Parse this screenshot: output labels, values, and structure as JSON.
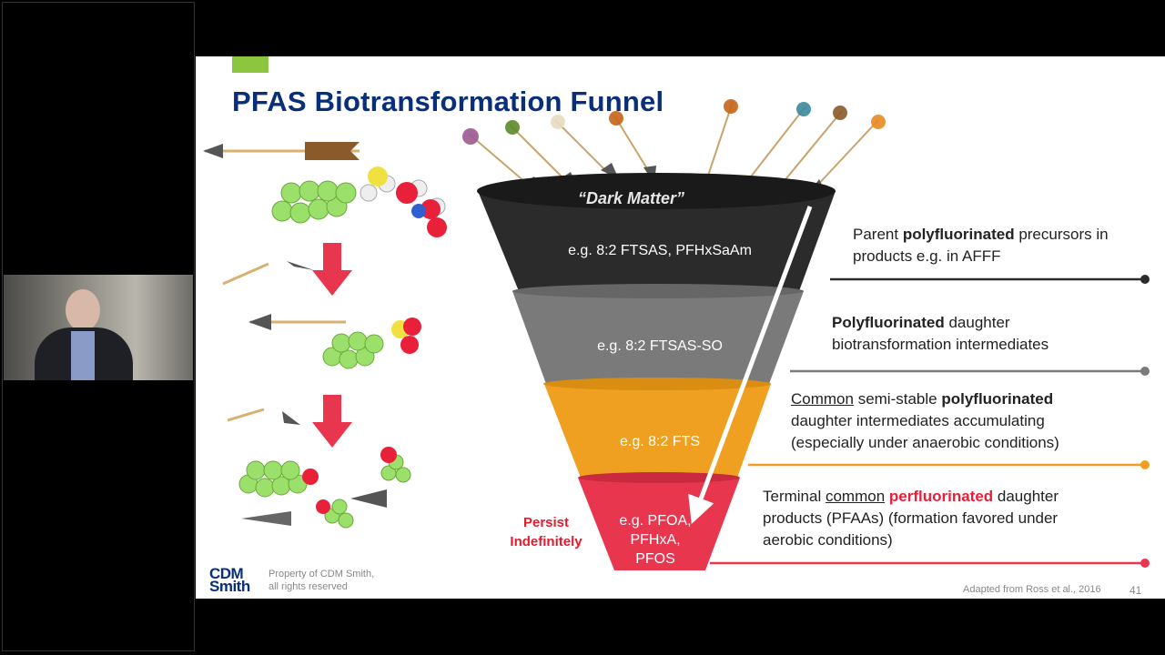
{
  "slide": {
    "title": "PFAS Biotransformation Funnel",
    "dark_matter": "“Dark Matter”",
    "funnel": [
      {
        "text": "e.g. 8:2 FTSAS, PFHxSaAm"
      },
      {
        "text": "e.g. 8:2 FTSAS-SO"
      },
      {
        "text": "e.g. 8:2 FTS"
      },
      {
        "text": "e.g. PFOA, PFHxA, PFOS"
      }
    ],
    "persist": "Persist Indefinitely",
    "labels": [
      {
        "pre": "Parent ",
        "bold": "polyfluorinated",
        "post": " precursors in products e.g. in AFFF"
      },
      {
        "bold": "Polyfluorinated",
        "post": " daughter biotransformation intermediates"
      },
      {
        "u": "Common",
        "mid": " semi-stable ",
        "bold": "polyfluorinated",
        "post": " daughter intermediates accumulating (especially under anaerobic conditions)"
      },
      {
        "pre": "Terminal ",
        "u": "common",
        "red": " perfluorinated",
        "post": " daughter products (PFAAs) (formation favored under aerobic conditions)"
      }
    ],
    "logo": "CDM Smith",
    "property": "Property of CDM Smith, all rights reserved",
    "credit": "Adapted from Ross et al., 2016",
    "page": "41"
  },
  "colors": {
    "title": "#0a2f7a",
    "black": "#2b2b2b",
    "gray": "#7a7a7a",
    "orange": "#f0a020",
    "red": "#e8364f"
  }
}
